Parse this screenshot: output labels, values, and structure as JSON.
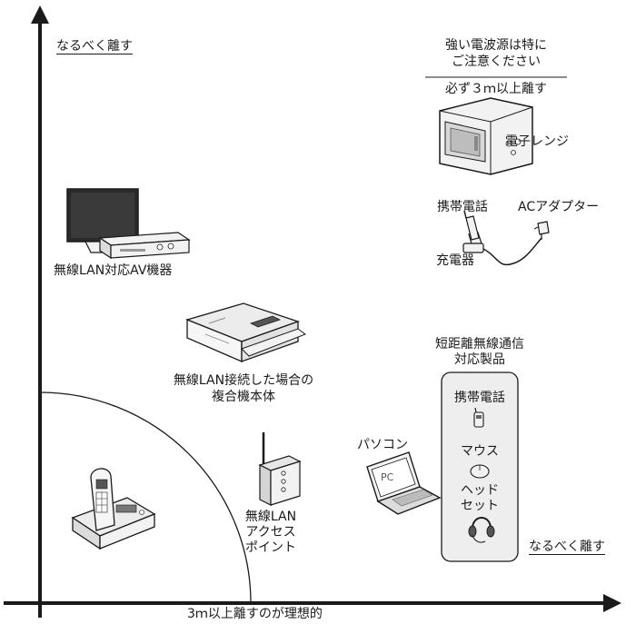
{
  "axis": {
    "y_label": "なるべく離す",
    "x_label_far": "なるべく離す",
    "x_label_bottom": "3ｍ以上離すのが理想的"
  },
  "warning": {
    "line1": "強い電波源は特に",
    "line2": "ご注意ください",
    "line3": "必ず３ｍ以上離す"
  },
  "devices": {
    "microwave": "電子レンジ",
    "phone_label": "携帯電話",
    "ac_adapter": "ACアダプター",
    "charger": "充電器",
    "av": "無線LAN対応AV機器",
    "printer_line1": "無線LAN接続した場合の",
    "printer_line2": "複合機本体",
    "ap_line1": "無線LAN",
    "ap_line2": "アクセス",
    "ap_line3": "ポイント",
    "pc": "パソコン",
    "pc_screen": "PC"
  },
  "short_range": {
    "title1": "短距離無線通信",
    "title2": "対応製品",
    "phone": "携帯電話",
    "mouse": "マウス",
    "headset1": "ヘッド",
    "headset2": "セット"
  },
  "colors": {
    "line": "#1a1a1a",
    "panel": "#eeeeee",
    "device": "#f2f2f2"
  }
}
